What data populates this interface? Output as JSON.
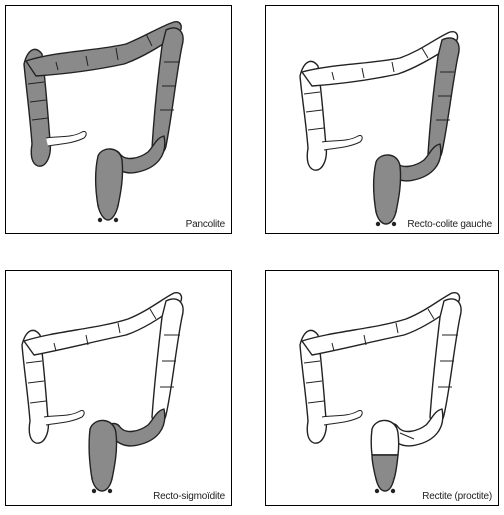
{
  "colors": {
    "inflamed": "#8a8a8a",
    "healthy": "#ffffff",
    "outline": "#222222"
  },
  "panels": [
    {
      "caption": "Pancolite",
      "extent": "pancolitis"
    },
    {
      "caption": "Recto-colite gauche",
      "extent": "left-sided"
    },
    {
      "caption": "Recto-sigmoïdite",
      "extent": "rectosigmoid"
    },
    {
      "caption": "Rectite (proctite)",
      "extent": "rectum"
    }
  ]
}
